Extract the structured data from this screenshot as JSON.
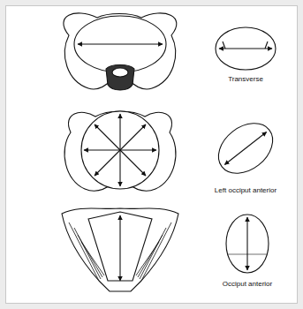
{
  "diagram": {
    "labels": [
      "Transverse",
      "Left occiput anterior",
      "Occiput anterior"
    ]
  }
}
